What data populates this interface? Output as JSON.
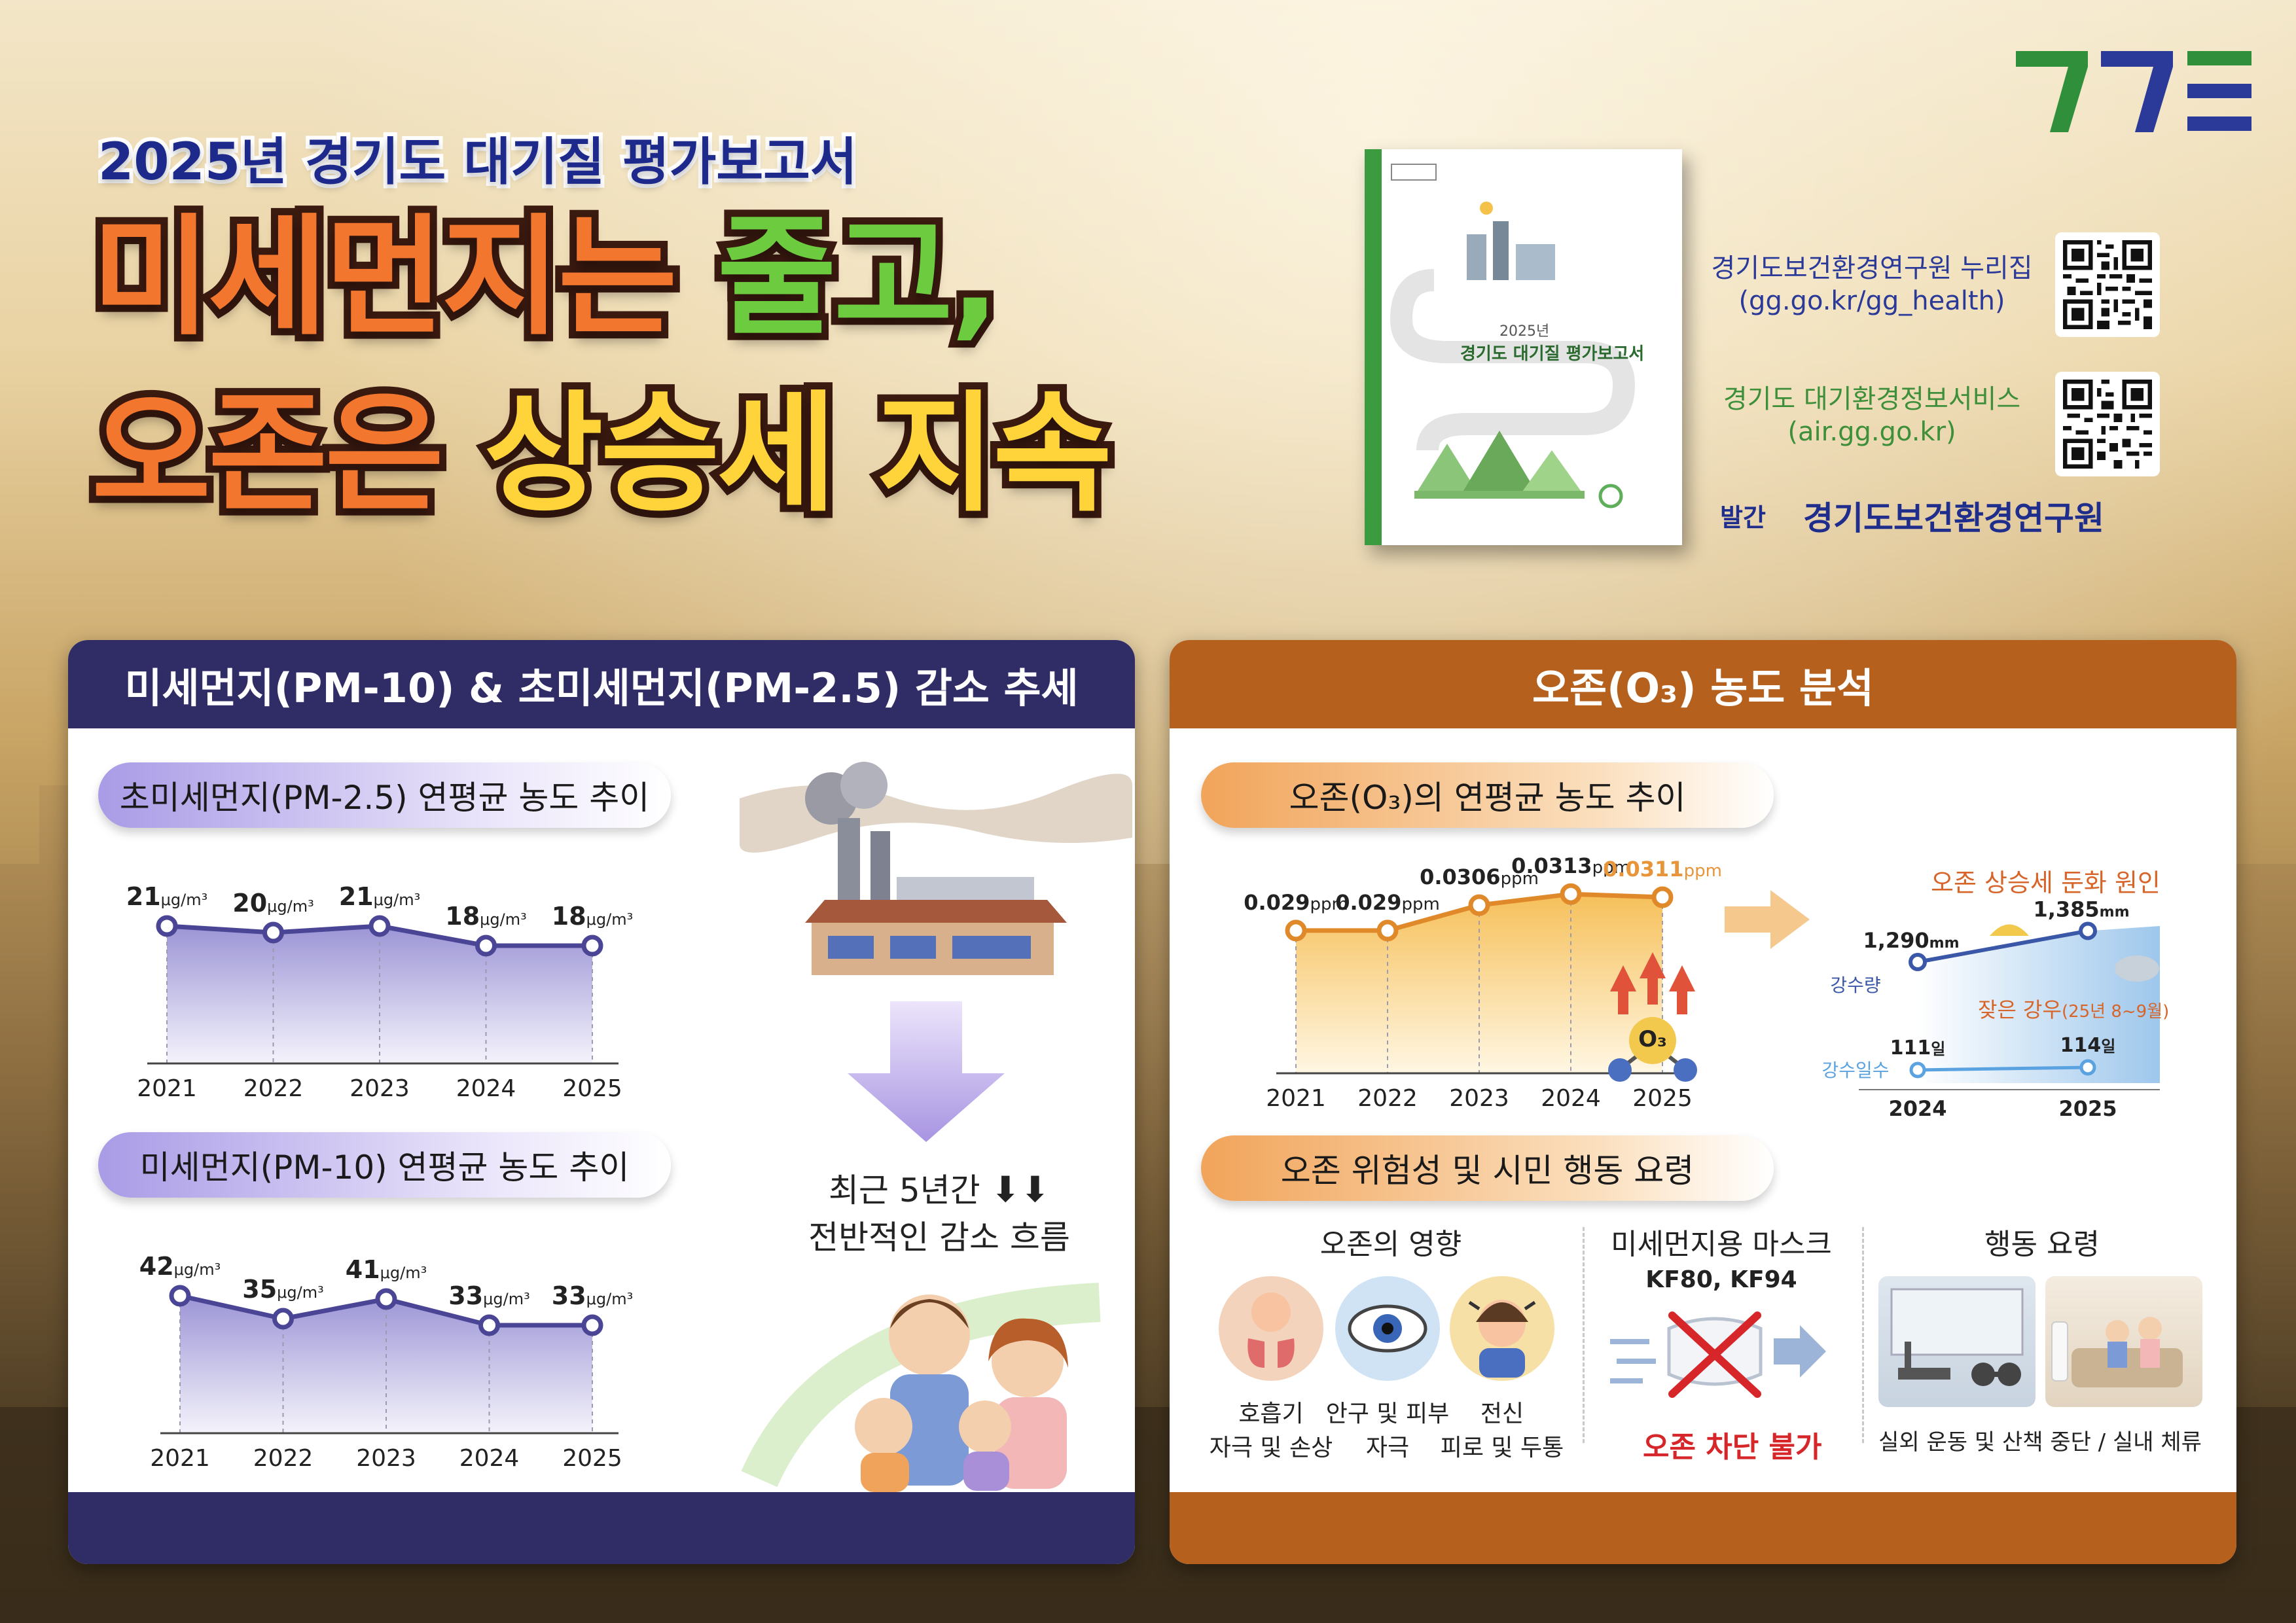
{
  "header": {
    "subtitle": "2025년 경기도 대기질 평가보고서",
    "headline_line1_part1": "미세먼지는",
    "headline_line1_part2": "줄고,",
    "headline_line2_part1": "오존은",
    "headline_line2_part2": "상승세 지속"
  },
  "book": {
    "year": "2025년",
    "title": "경기도 대기질 평가보고서"
  },
  "links": [
    {
      "name": "경기도보건환경연구원 누리집",
      "url": "(gg.go.kr/gg_health)"
    },
    {
      "name": "경기도 대기환경정보서비스",
      "url": "(air.gg.go.kr)"
    }
  ],
  "publisher": {
    "label": "발간",
    "name": "경기도보건환경연구원"
  },
  "colors": {
    "navy": "#2f2c66",
    "brown": "#b6601e",
    "orange": "#f2762d",
    "green": "#6ccb3e",
    "yellow": "#ffd43a"
  },
  "left_panel": {
    "title": "미세먼지(PM-10) & 초미세먼지(PM-2.5) 감소 추세",
    "pm25_pill": "초미세먼지(PM-2.5) 연평균 농도 추이",
    "pm10_pill": "미세먼지(PM-10) 연평균 농도 추이",
    "summary_line1": "최근 5년간",
    "summary_line2": "전반적인 감소 흐름"
  },
  "right_panel": {
    "title": "오존(O₃) 농도 분석",
    "ozone_pill": "오존(O₃)의 연평균 농도 추이",
    "o3_badge": "O₃",
    "risk_pill": "오존 위험성 및 시민 행동 요령",
    "cause_title": "오존 상승세 둔화 원인",
    "precip_label": "강수량",
    "raindays_label": "강수일수",
    "frequent_rain": "잦은 강우",
    "frequent_rain_note": "(25년 8~9월)",
    "impact_title": "오존의 영향",
    "impacts": [
      {
        "line1": "호흡기",
        "line2": "자극 및 손상"
      },
      {
        "line1": "안구 및 피부",
        "line2": "자극"
      },
      {
        "line1": "전신",
        "line2": "피로 및 두통"
      }
    ],
    "mask_title": "미세먼지용 마스크",
    "mask_types": "KF80, KF94",
    "mask_warning": "오존 차단 불가",
    "action_title": "행동 요령",
    "action_text": "실외 운동 및 산책 중단 / 실내 체류"
  },
  "chart_data": [
    {
      "type": "line",
      "title": "초미세먼지(PM-2.5) 연평균 농도 추이",
      "x": [
        "2021",
        "2022",
        "2023",
        "2024",
        "2025"
      ],
      "values": [
        21,
        20,
        21,
        18,
        18
      ],
      "unit": "μg/m³",
      "ylim": [
        0,
        30
      ]
    },
    {
      "type": "line",
      "title": "미세먼지(PM-10) 연평균 농도 추이",
      "x": [
        "2021",
        "2022",
        "2023",
        "2024",
        "2025"
      ],
      "values": [
        42,
        35,
        41,
        33,
        33
      ],
      "unit": "μg/m³",
      "ylim": [
        0,
        60
      ]
    },
    {
      "type": "area",
      "title": "오존(O₃)의 연평균 농도 추이",
      "x": [
        "2021",
        "2022",
        "2023",
        "2024",
        "2025"
      ],
      "values": [
        0.029,
        0.029,
        0.0306,
        0.0313,
        0.0311
      ],
      "unit": "ppm",
      "ylim": [
        0.02,
        0.033
      ]
    },
    {
      "type": "line",
      "title": "오존 상승세 둔화 원인",
      "x": [
        "2024",
        "2025"
      ],
      "series": [
        {
          "name": "강수량",
          "values": [
            1290,
            1385
          ],
          "unit": "mm"
        },
        {
          "name": "강수일수",
          "values": [
            111,
            114
          ],
          "unit": "일"
        }
      ]
    }
  ]
}
